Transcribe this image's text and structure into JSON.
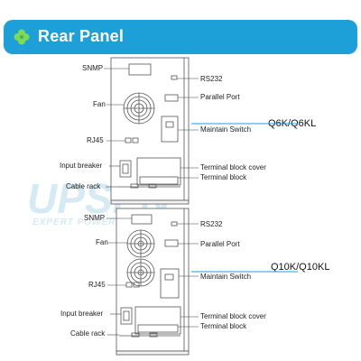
{
  "header": {
    "title": "Rear Panel",
    "icon": "clover-icon",
    "bg_color": "#1d9fd8"
  },
  "watermark": {
    "brand": "UPSEN",
    "tagline": "EXPERT POWER SUPPLIER",
    "color": "#cfe6f2"
  },
  "accent_color": "#1d9fd8",
  "panel_top": {
    "model": "Q6K/Q6KL",
    "labels": {
      "snmp": "SNMP",
      "rs232": "RS232",
      "fan": "Fan",
      "parallel": "Parallel Port",
      "maintain": "Maintain Switch",
      "rj45": "RJ45",
      "input_breaker": "Input breaker",
      "terminal_cover": "Terminal block cover",
      "terminal_block": "Terminal block",
      "cable_rack": "Cable rack"
    }
  },
  "panel_bottom": {
    "model": "Q10K/Q10KL",
    "labels": {
      "snmp": "SNMP",
      "rs232": "RS232",
      "fan": "Fan",
      "parallel": "Parallel Port",
      "maintain": "Maintain Switch",
      "rj45": "RJ45",
      "input_breaker": "Input breaker",
      "terminal_cover": "Terminal block cover",
      "terminal_block": "Terminal block",
      "cable_rack": "Cable rack"
    }
  }
}
